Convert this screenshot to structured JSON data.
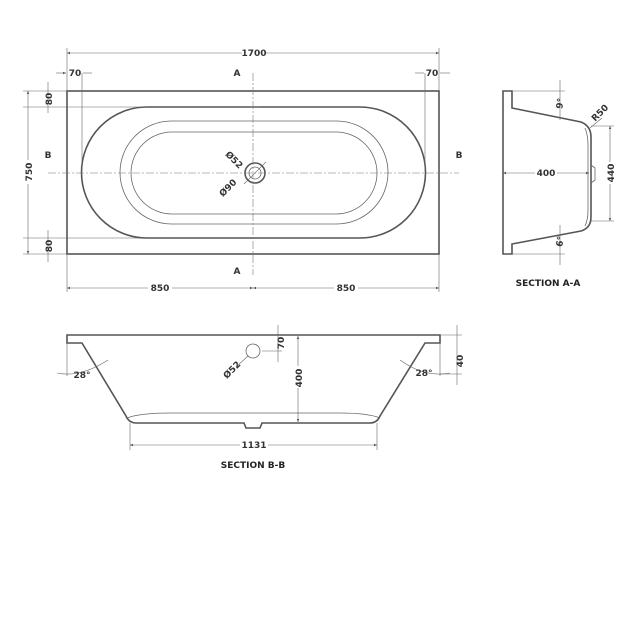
{
  "plan_view": {
    "overall_length": "1700",
    "end_offset_left": "70",
    "end_offset_right": "70",
    "overall_width": "750",
    "rim_top": "80",
    "rim_bottom": "80",
    "half_left": "850",
    "half_right": "850",
    "waste_inner": "Ø52",
    "waste_outer": "Ø90",
    "section_a_top": "A",
    "section_a_bottom": "A",
    "section_b_left": "B",
    "section_b_right": "B"
  },
  "section_a": {
    "title": "SECTION A-A",
    "depth": "400",
    "base_width": "440",
    "radius": "R50",
    "angle_top": "9°",
    "angle_bottom": "6°"
  },
  "section_b": {
    "title": "SECTION B-B",
    "overflow_diameter": "Ø52",
    "overflow_offset": "70",
    "depth": "400",
    "rim_height": "40",
    "angle_left": "28°",
    "angle_right": "28°",
    "base_length": "1131"
  }
}
